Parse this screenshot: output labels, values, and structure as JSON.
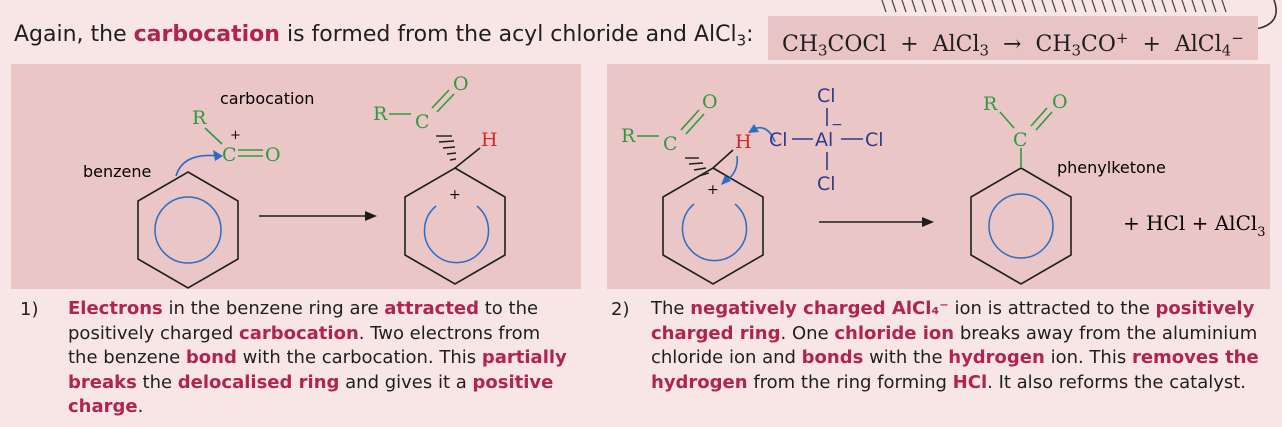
{
  "intro": {
    "before": "Again, the ",
    "highlight": "carbocation",
    "after": " is formed from the acyl chloride and AlCl",
    "sub": "3",
    "colon": ":"
  },
  "equation": {
    "r1": "CH",
    "r1_sub": "3",
    "r1_rest": "COCl",
    "plus1": "+",
    "r2": "AlCl",
    "r2_sub": "3",
    "arrow": "→",
    "p1": "CH",
    "p1_sub": "3",
    "p1_rest": "CO",
    "p1_sup": "+",
    "plus2": "+",
    "p2": "AlCl",
    "p2_sub": "4",
    "p2_sup": "−"
  },
  "panel1": {
    "carbocation_label": "carbocation",
    "benzene_label": "benzene",
    "R": "R",
    "C": "C",
    "O": "O",
    "plus": "+",
    "H": "H"
  },
  "panel2": {
    "R": "R",
    "C": "C",
    "O": "O",
    "H": "H",
    "plus": "+",
    "Cl": "Cl",
    "Al": "Al",
    "minus": "−",
    "phenylketone_label": "phenylketone",
    "byproducts": "+ HCl + AlCl",
    "byproducts_sub": "3"
  },
  "step1": {
    "number": "1)",
    "parts": [
      {
        "t": "Electrons",
        "h": true
      },
      {
        "t": " in the benzene ring are ",
        "h": false
      },
      {
        "t": "attracted",
        "h": true
      },
      {
        "t": " to the positively charged ",
        "h": false
      },
      {
        "t": "carbocation",
        "h": true
      },
      {
        "t": ".  Two electrons from the benzene ",
        "h": false
      },
      {
        "t": "bond",
        "h": true
      },
      {
        "t": " with the carbocation. This ",
        "h": false
      },
      {
        "t": "partially breaks",
        "h": true
      },
      {
        "t": " the ",
        "h": false
      },
      {
        "t": "delocalised ring",
        "h": true
      },
      {
        "t": " and gives it a ",
        "h": false
      },
      {
        "t": "positive charge",
        "h": true
      },
      {
        "t": ".",
        "h": false
      }
    ]
  },
  "step2": {
    "number": "2)",
    "parts": [
      {
        "t": "The ",
        "h": false
      },
      {
        "t": "negatively charged AlCl₄⁻",
        "h": true
      },
      {
        "t": " ion is attracted to the ",
        "h": false
      },
      {
        "t": "positively charged ring",
        "h": true
      },
      {
        "t": ".  One ",
        "h": false
      },
      {
        "t": "chloride ion",
        "h": true
      },
      {
        "t": " breaks away from the aluminium chloride ion and ",
        "h": false
      },
      {
        "t": "bonds",
        "h": true
      },
      {
        "t": " with the ",
        "h": false
      },
      {
        "t": "hydrogen",
        "h": true
      },
      {
        "t": " ion.  This ",
        "h": false
      },
      {
        "t": "removes the hydrogen",
        "h": true
      },
      {
        "t": " from the ring forming ",
        "h": false
      },
      {
        "t": "HCl",
        "h": true
      },
      {
        "t": ".  It also reforms the catalyst.",
        "h": false
      }
    ]
  },
  "colors": {
    "highlight": "#b0244f",
    "green": "#2e9a3e",
    "red": "#d62828",
    "blue": "#2b6cc4",
    "navy": "#2e3a8c",
    "panel": "#eac6c7",
    "background": "#f8e6e7"
  }
}
